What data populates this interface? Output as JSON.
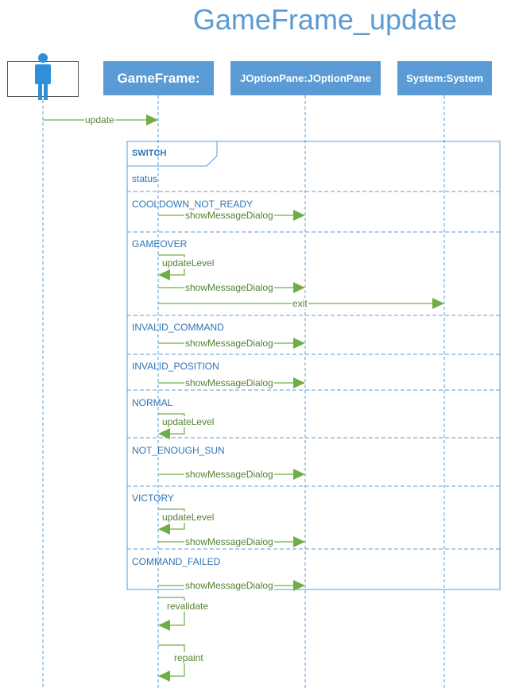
{
  "title": "GameFrame_update",
  "lifelines": {
    "gameframe": "GameFrame:",
    "joptionpane": "JOptionPane:JOptionPane",
    "system": "System:System"
  },
  "entry_message": "update",
  "fragment": {
    "operator": "SWITCH",
    "guard": "status",
    "cases": [
      {
        "label": "COOLDOWN_NOT_READY",
        "messages": [
          "showMessageDialog"
        ]
      },
      {
        "label": "GAMEOVER",
        "messages": [
          "updateLevel",
          "showMessageDialog",
          "exit"
        ]
      },
      {
        "label": "INVALID_COMMAND",
        "messages": [
          "showMessageDialog"
        ]
      },
      {
        "label": "INVALID_POSITION",
        "messages": [
          "showMessageDialog"
        ]
      },
      {
        "label": "NORMAL",
        "messages": [
          "updateLevel"
        ]
      },
      {
        "label": "NOT_ENOUGH_SUN",
        "messages": [
          "showMessageDialog"
        ]
      },
      {
        "label": "VICTORY",
        "messages": [
          "updateLevel",
          "showMessageDialog"
        ]
      },
      {
        "label": "COMMAND_FAILED",
        "messages": [
          "showMessageDialog"
        ]
      }
    ]
  },
  "trailing_messages": [
    "revalidate",
    "repaint"
  ],
  "colors": {
    "header": "#5b9bd5",
    "frame": "#5b9bd5",
    "fragment_text": "#2e75b6",
    "message": "#70ad47",
    "message_text": "#548235",
    "actor": "#2f8fd8"
  }
}
